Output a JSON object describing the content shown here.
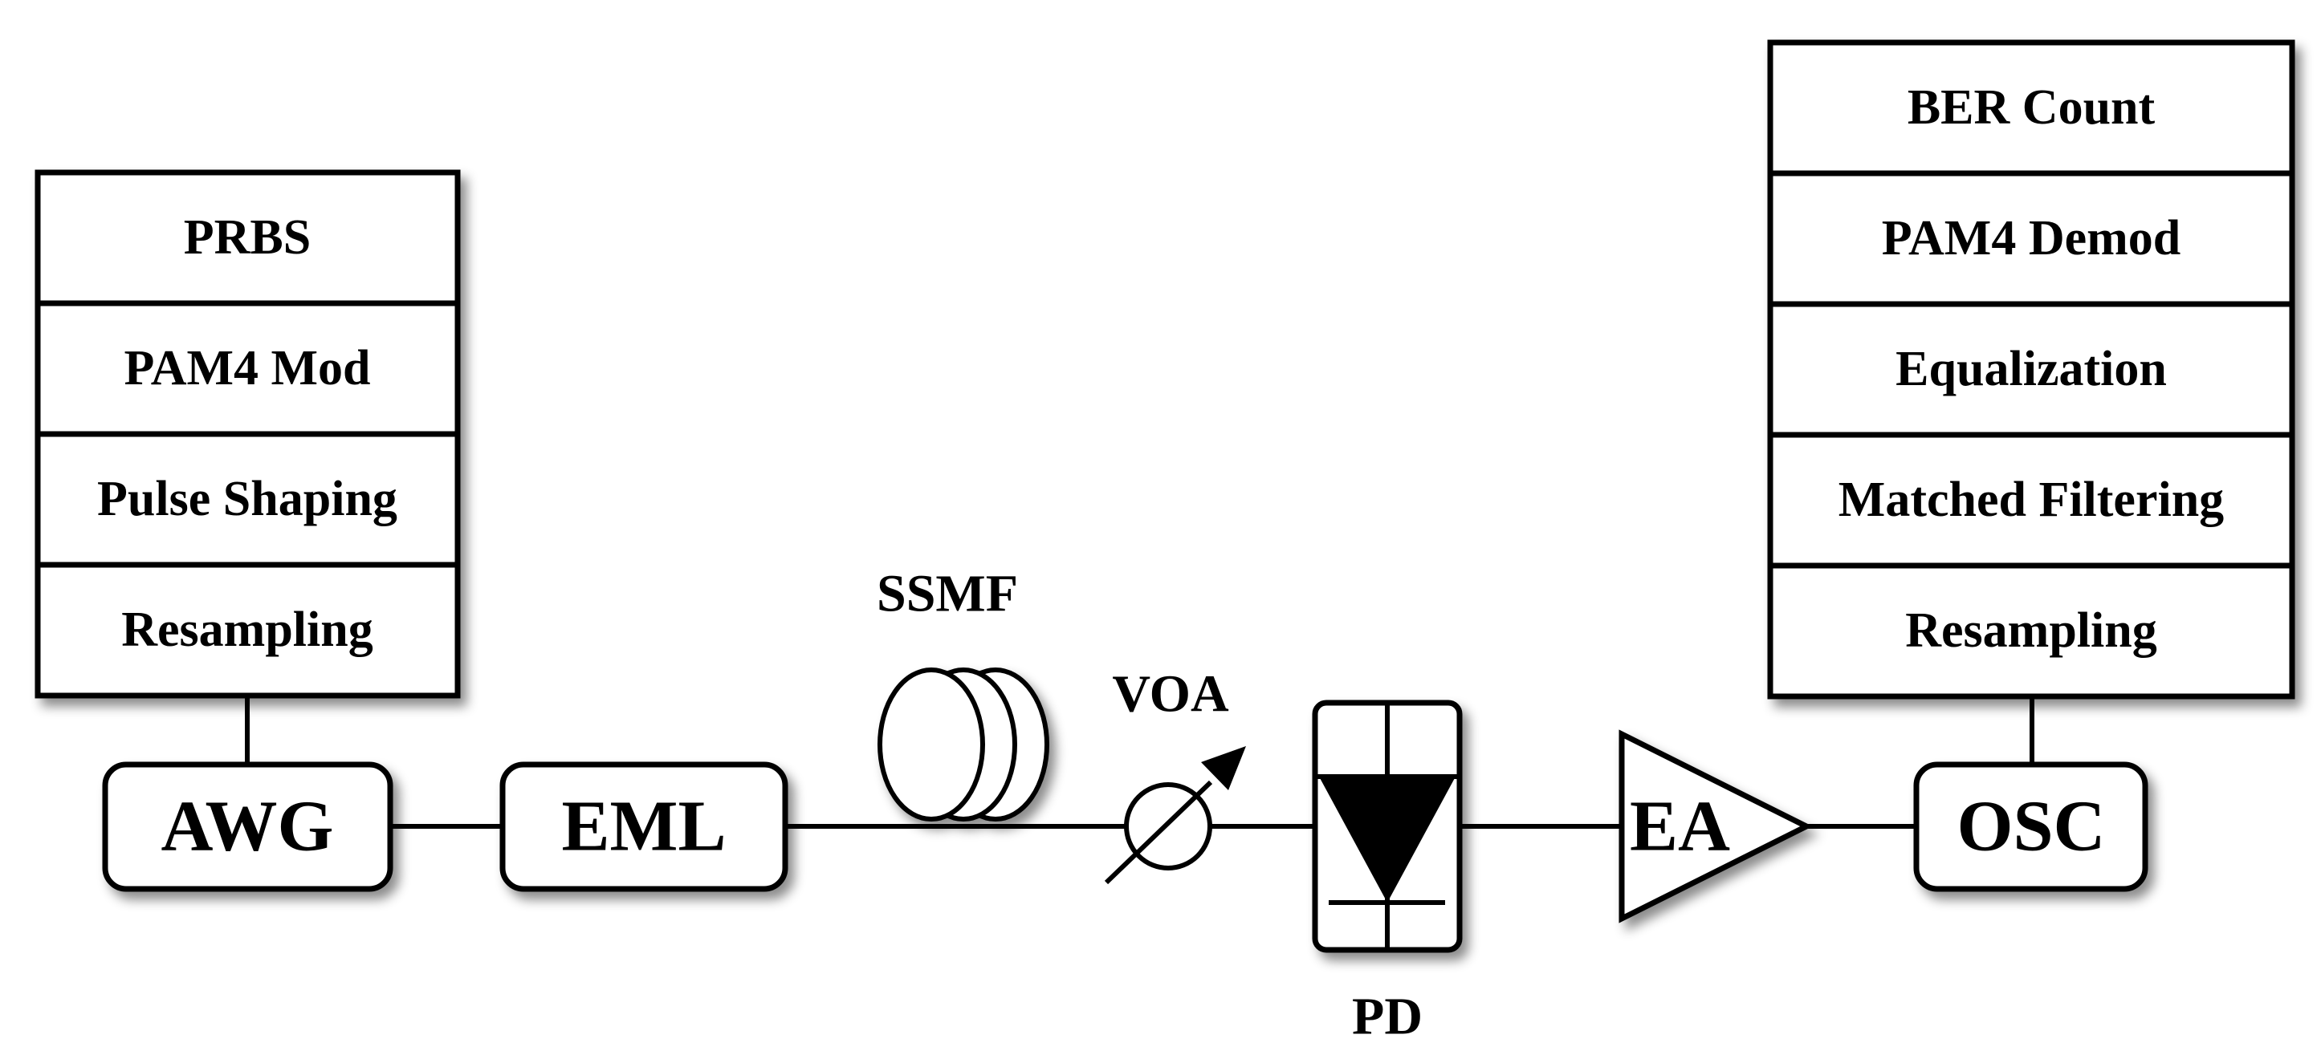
{
  "tx_stack": [
    "PRBS",
    "PAM4 Mod",
    "Pulse Shaping",
    "Resampling"
  ],
  "rx_stack": [
    "BER Count",
    "PAM4 Demod",
    "Equalization",
    "Matched Filtering",
    "Resampling"
  ],
  "devices": {
    "awg": "AWG",
    "eml": "EML",
    "ssmf": "SSMF",
    "voa": "VOA",
    "pd": "PD",
    "ea": "EA",
    "osc": "OSC"
  }
}
